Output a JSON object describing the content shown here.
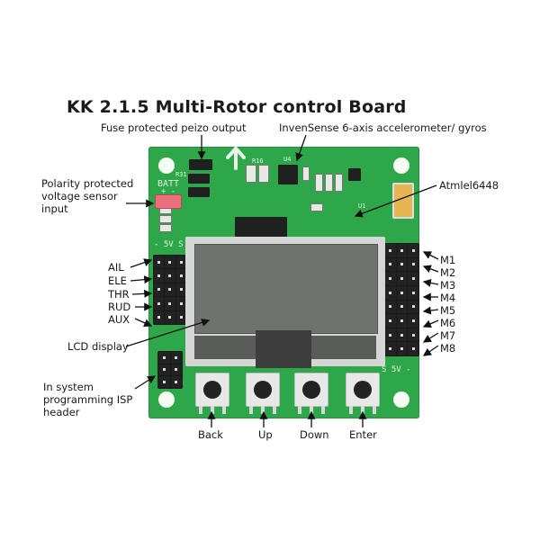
{
  "title": "KK 2.1.5 Multi-Rotor control Board",
  "callouts": {
    "fuse": "Fuse protected peizo output",
    "invensense": "InvenSense 6-axis accelerometer/ gyros",
    "atmel": "Atmlel6448",
    "polarity": "Polarity protected voltage sensor input",
    "lcd": "LCD display",
    "isp": "In system programming ISP header"
  },
  "inputs": [
    "AIL",
    "ELE",
    "THR",
    "RUD",
    "AUX"
  ],
  "motors": [
    "M1",
    "M2",
    "M3",
    "M4",
    "M5",
    "M6",
    "M7",
    "M8"
  ],
  "buttons": [
    "Back",
    "Up",
    "Down",
    "Enter"
  ],
  "silkscreen": {
    "batt": "BATT",
    "batt_polarity": "+ -",
    "left_power": "- 5V S",
    "right_power": "S 5V -",
    "u4": "U4",
    "u1": "U1",
    "r31": "R31",
    "r16": "R16"
  },
  "colors": {
    "board": "#2ea64a",
    "lcd": "#6f736f",
    "batt_connector": "#e7707c",
    "tantalum": "#e7b552"
  }
}
